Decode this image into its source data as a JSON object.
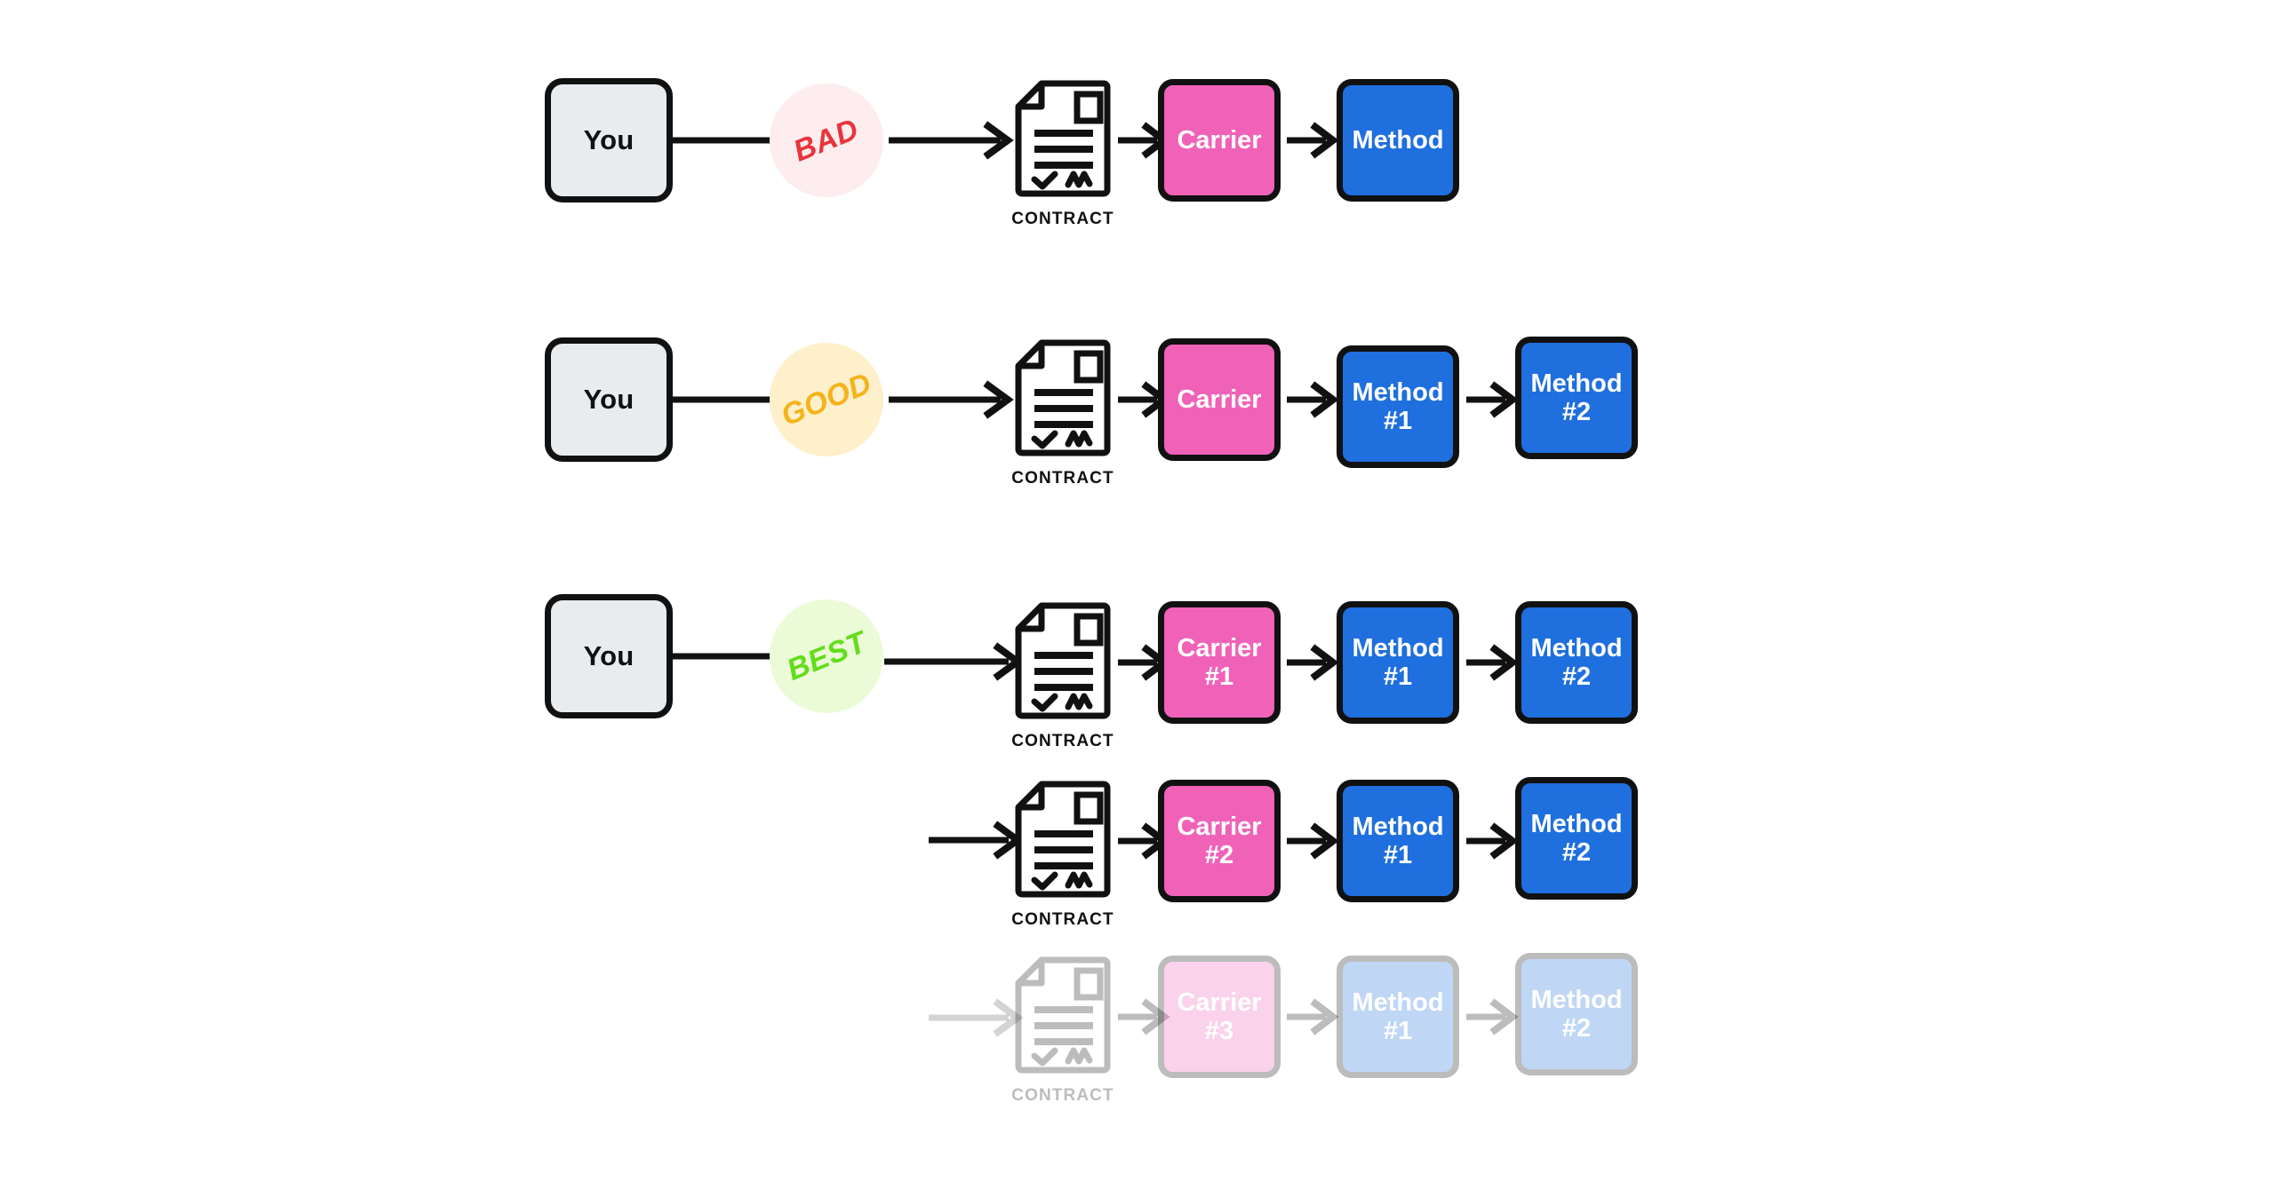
{
  "diagram": {
    "title": "Carrier and method contract strategy comparison",
    "background_color": "#FFFFFF",
    "colors": {
      "carrier_pink": "#F062B8",
      "method_blue": "#1F6FDE",
      "you_gray": "#E8ECEF",
      "outline_black": "#111111",
      "bad_circle_bg": "#FDEDEE",
      "bad_text": "#E8343C",
      "good_circle_bg": "#FDF0CA",
      "good_text": "#F5B31B",
      "best_circle_bg": "#EBFBD7",
      "best_text": "#63DD1B",
      "ghost_gray": "#C9CDD1"
    },
    "contract_label": "CONTRACT",
    "source_label": "You",
    "rows": [
      {
        "id": "bad",
        "verdict": "BAD",
        "source": "You",
        "branches": [
          {
            "contract": "CONTRACT",
            "carrier": {
              "line1": "Carrier",
              "line2": ""
            },
            "methods": [
              {
                "line1": "Method",
                "line2": ""
              }
            ],
            "faded": false
          }
        ]
      },
      {
        "id": "good",
        "verdict": "GOOD",
        "source": "You",
        "branches": [
          {
            "contract": "CONTRACT",
            "carrier": {
              "line1": "Carrier",
              "line2": ""
            },
            "methods": [
              {
                "line1": "Method",
                "line2": "#1"
              },
              {
                "line1": "Method",
                "line2": "#2"
              }
            ],
            "faded": false
          }
        ]
      },
      {
        "id": "best",
        "verdict": "BEST",
        "source": "You",
        "branches": [
          {
            "contract": "CONTRACT",
            "carrier": {
              "line1": "Carrier",
              "line2": "#1"
            },
            "methods": [
              {
                "line1": "Method",
                "line2": "#1"
              },
              {
                "line1": "Method",
                "line2": "#2"
              }
            ],
            "faded": false
          },
          {
            "contract": "CONTRACT",
            "carrier": {
              "line1": "Carrier",
              "line2": "#2"
            },
            "methods": [
              {
                "line1": "Method",
                "line2": "#1"
              },
              {
                "line1": "Method",
                "line2": "#2"
              }
            ],
            "faded": false
          },
          {
            "contract": "CONTRACT",
            "carrier": {
              "line1": "Carrier",
              "line2": "#3"
            },
            "methods": [
              {
                "line1": "Method",
                "line2": "#1"
              },
              {
                "line1": "Method",
                "line2": "#2"
              }
            ],
            "faded": true
          }
        ]
      }
    ],
    "icons": {
      "contract": "contract-document-icon",
      "arrow": "arrow-right-icon"
    }
  }
}
